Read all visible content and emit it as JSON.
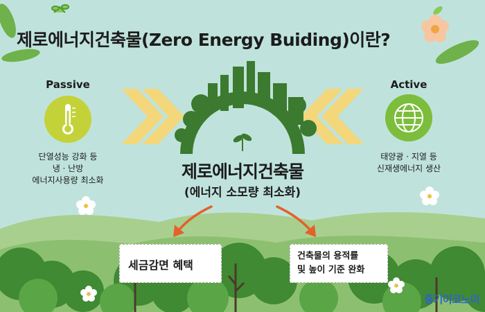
{
  "title": "제로에너지건축물(Zero Energy Buiding)이란?",
  "passive": {
    "label": "Passive",
    "icon": "thermometer-icon",
    "desc": [
      "단열성능 강화 등",
      "냉 · 난방",
      "에너지사용량 최소화"
    ]
  },
  "active": {
    "label": "Active",
    "icon": "globe-icon",
    "desc": [
      "태양광 · 지열 등",
      "신재생에너지 생산"
    ]
  },
  "center": {
    "title": "제로에너지건축물",
    "subtitle": "(에너지 소모량 최소화)"
  },
  "benefits": {
    "left": "세금감면 혜택",
    "right": [
      "건축물의 용적률",
      "및 높이 기준 완화"
    ]
  },
  "watermark": "중기이코노미",
  "colors": {
    "sky": "#bfe3dc",
    "icon_circle_passive": "#c4d23a",
    "icon_circle_active": "#7cbd3b",
    "chevron": "#f3d77a",
    "arrow": "#e2622a",
    "hill_dark": "#4e9a3e",
    "hill_light": "#a9cf8f",
    "building": "#3b7a2f",
    "watermark": "#2f62c9"
  }
}
